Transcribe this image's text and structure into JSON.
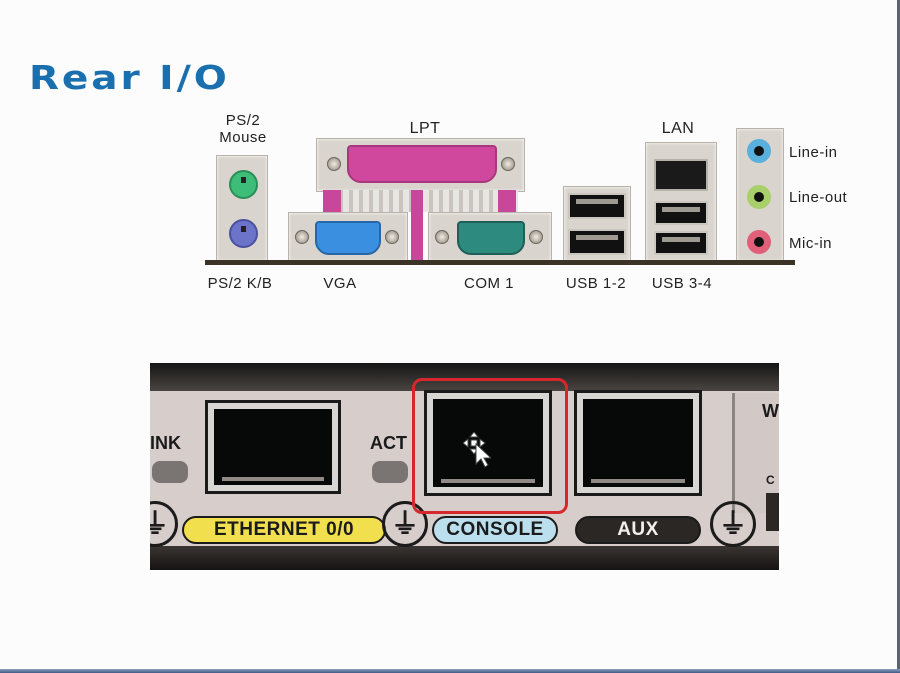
{
  "slide": {
    "title": "Rear I/O",
    "title_color": "#1a6fae",
    "motherboard_io": {
      "labels_top": {
        "ps2_mouse": "PS/2\nMouse",
        "lpt": "LPT",
        "lan": "LAN"
      },
      "labels_bottom": {
        "ps2_kb": "PS/2  K/B",
        "vga": "VGA",
        "com1": "COM 1",
        "usb12": "USB 1-2",
        "usb34": "USB 3-4"
      },
      "labels_audio": {
        "line_in": "Line-in",
        "line_out": "Line-out",
        "mic_in": "Mic-in"
      },
      "colors": {
        "ps2_mouse": "#3dbd78",
        "ps2_kb": "#6b74c9",
        "lpt": "#d0489d",
        "vga": "#3a8fe0",
        "com1": "#2d8a7e",
        "line_in": "#5ab0dc",
        "line_out": "#a9cf6a",
        "mic_in": "#e0607a"
      }
    },
    "router_panel": {
      "labels": {
        "link": "INK",
        "act": "ACT",
        "ethernet": "ETHERNET 0/0",
        "console": "CONSOLE",
        "aux": "AUX",
        "edge_w": "W",
        "edge_c": "C"
      },
      "colors": {
        "ethernet_pill": "#f2df4e",
        "console_pill": "#bcdfee",
        "aux_pill": "#2a2725",
        "highlight": "#d6282c"
      },
      "highlighted_port": "CONSOLE"
    }
  }
}
